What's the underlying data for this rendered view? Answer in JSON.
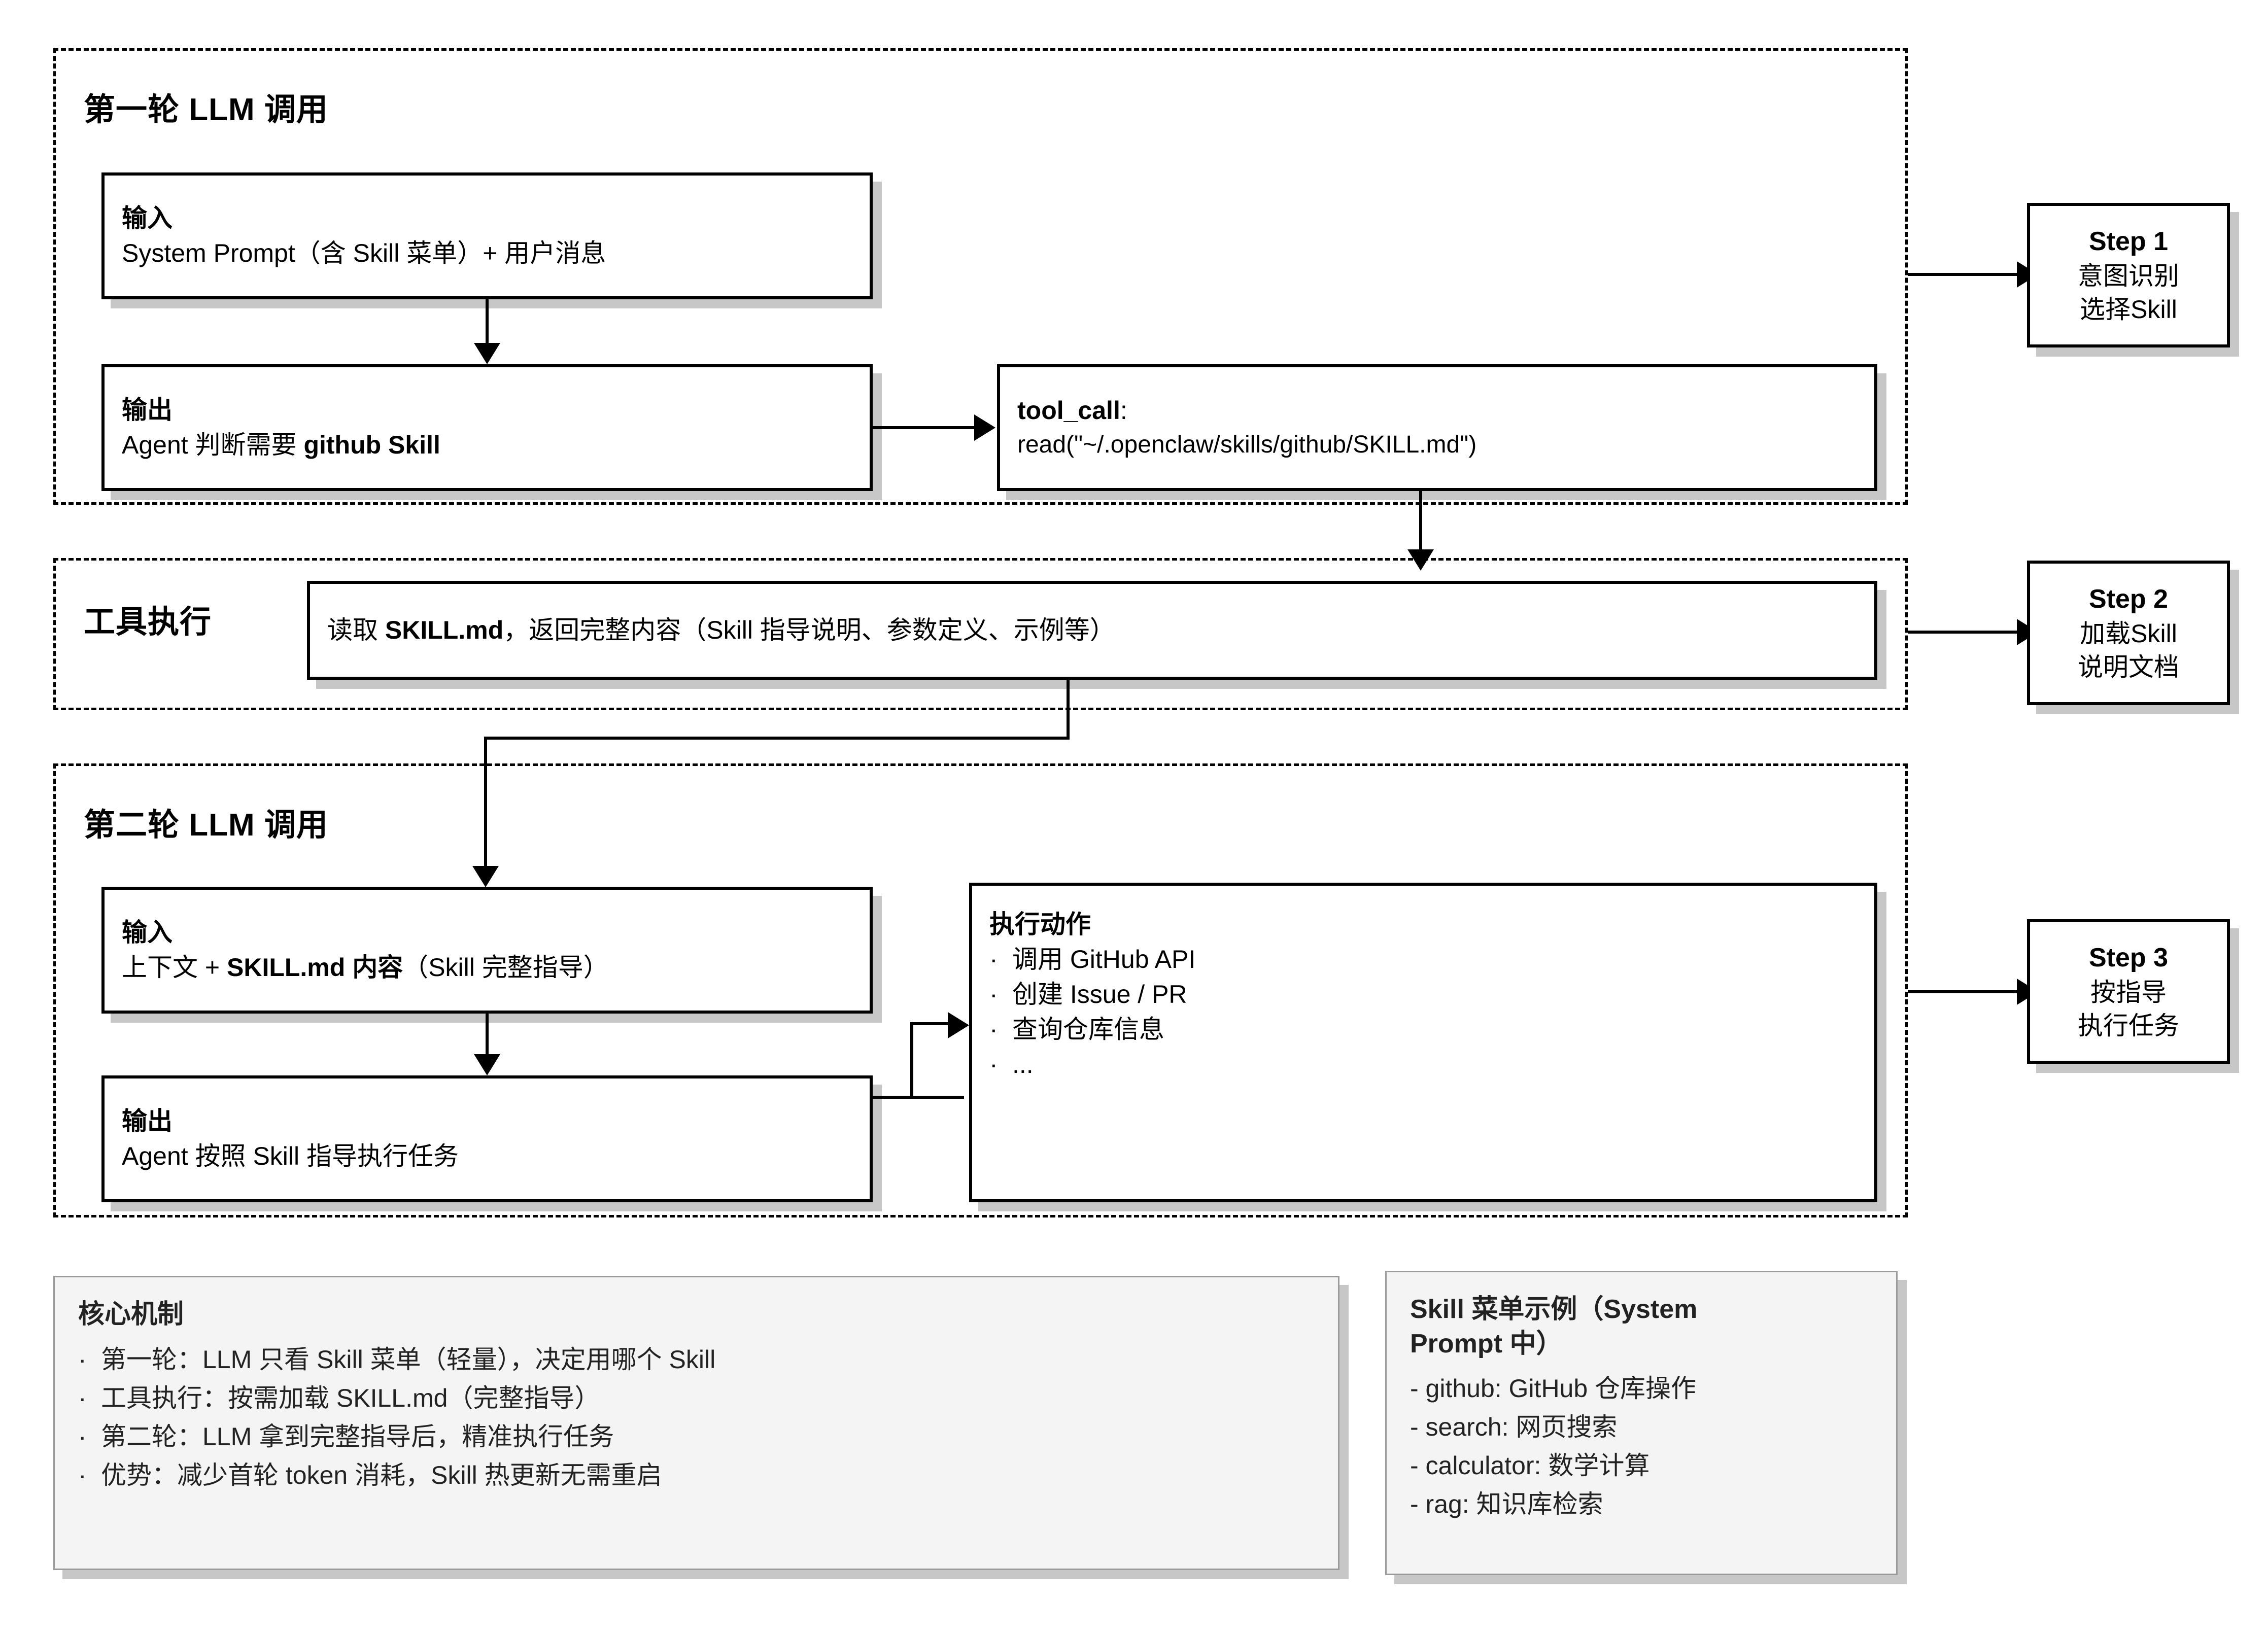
{
  "groups": {
    "round1": {
      "title": "第一轮 LLM 调用"
    },
    "tool": {
      "title": "工具执行"
    },
    "round2": {
      "title": "第二轮 LLM 调用"
    }
  },
  "round1": {
    "input": {
      "label": "输入",
      "text": "System Prompt（含 Skill 菜单）+ 用户消息"
    },
    "output": {
      "label": "输出",
      "text_plain": "Agent 判断需要 ",
      "text_bold": "github Skill"
    },
    "tool_call": {
      "label": "tool_call",
      "colon": ":",
      "call": "read(\"~/.openclaw/skills/github/SKILL.md\")"
    }
  },
  "tool_exec": {
    "text_a": "读取 ",
    "text_bold": "SKILL.md",
    "text_b": "，返回完整内容（Skill 指导说明、参数定义、示例等）"
  },
  "round2": {
    "input": {
      "label": "输入",
      "text_a": "上下文 + ",
      "text_bold": "SKILL.md 内容",
      "text_b": "（Skill 完整指导）"
    },
    "output": {
      "label": "输出",
      "text": "Agent 按照 Skill 指导执行任务"
    },
    "actions": {
      "title": "执行动作",
      "items": [
        "调用 GitHub API",
        "创建 Issue / PR",
        "查询仓库信息",
        "..."
      ]
    }
  },
  "steps": [
    {
      "title": "Step 1",
      "line1": "意图识别",
      "line2": "选择Skill"
    },
    {
      "title": "Step 2",
      "line1": "加载Skill",
      "line2": "说明文档"
    },
    {
      "title": "Step 3",
      "line1": "按指导",
      "line2": "执行任务"
    }
  ],
  "notes": {
    "mechanism": {
      "title": "核心机制",
      "items": [
        "第一轮：LLM 只看 Skill 菜单（轻量），决定用哪个 Skill",
        "工具执行：按需加载 SKILL.md（完整指导）",
        "第二轮：LLM 拿到完整指导后，精准执行任务",
        "优势：减少首轮 token 消耗，Skill 热更新无需重启"
      ],
      "bullet": "·"
    },
    "menu": {
      "title_line1": "Skill 菜单示例（System",
      "title_line2": "Prompt 中）",
      "items": [
        "- github: GitHub 仓库操作",
        "- search: 网页搜索",
        "- calculator: 数学计算",
        "- rag: 知识库检索"
      ]
    }
  },
  "colors": {
    "line": "#000000",
    "note_bg": "#f4f4f4",
    "note_border": "#9a9a9a",
    "shadow": "rgba(0,0,0,0.22)"
  }
}
